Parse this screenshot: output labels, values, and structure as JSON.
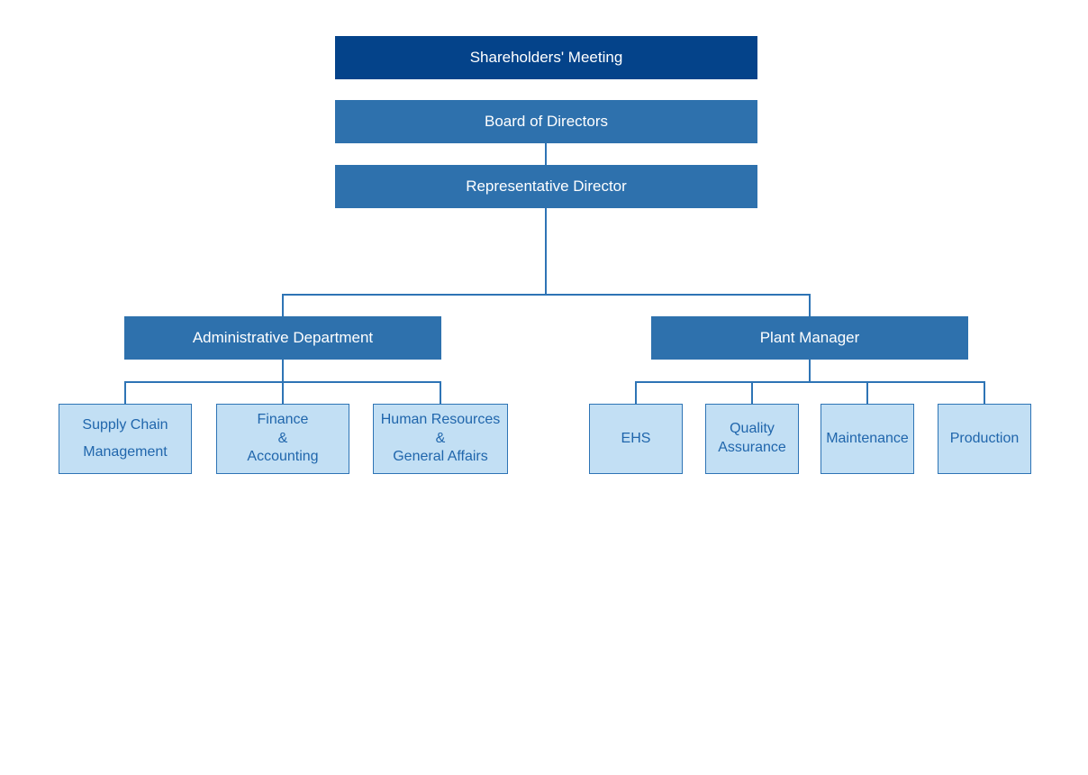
{
  "colors": {
    "dark_blue": "#04438A",
    "medium_blue": "#2E71AD",
    "light_blue_fill": "#C2DFF4",
    "line_and_border_blue": "#2E74B5",
    "child_text_blue": "#2066AC",
    "top_text_white": "#FFFFFF"
  },
  "org": {
    "top_nodes": [
      {
        "label": "Shareholders' Meeting"
      },
      {
        "label": "Board of Directors"
      },
      {
        "label": "Representative Director"
      }
    ],
    "branches": [
      {
        "label": "Administrative Department",
        "children": [
          {
            "label": "Supply Chain\nManagement"
          },
          {
            "label": "Finance\n&\nAccounting"
          },
          {
            "label": "Human Resources\n&\nGeneral Affairs"
          }
        ]
      },
      {
        "label": "Plant Manager",
        "children": [
          {
            "label": "EHS"
          },
          {
            "label": "Quality\nAssurance"
          },
          {
            "label": "Maintenance"
          },
          {
            "label": "Production"
          }
        ]
      }
    ]
  }
}
